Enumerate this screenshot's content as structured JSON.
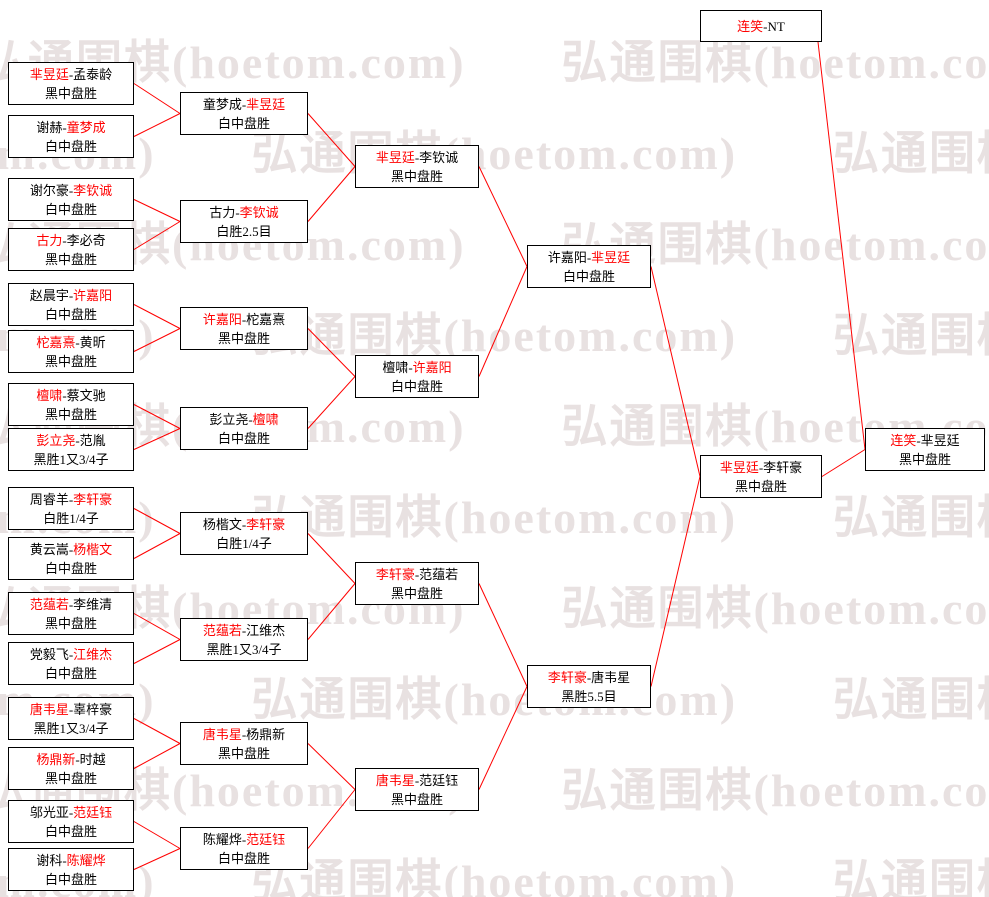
{
  "watermark": {
    "text": "弘通围棋(hoetom.com)"
  },
  "colors": {
    "highlight": "#ff0000",
    "line": "#ff0000",
    "border": "#000000",
    "box_bg": "#ffffff",
    "watermark": "rgba(205,188,188,0.45)"
  },
  "bracket": {
    "rounds": [
      {
        "name": "round-1",
        "matches": [
          {
            "p1": "芈昱廷",
            "p2": "孟泰龄",
            "winner": 1,
            "result": "黑中盘胜"
          },
          {
            "p1": "谢赫",
            "p2": "童梦成",
            "winner": 2,
            "result": "白中盘胜"
          },
          {
            "p1": "谢尔豪",
            "p2": "李钦诚",
            "winner": 2,
            "result": "白中盘胜"
          },
          {
            "p1": "古力",
            "p2": "李必奇",
            "winner": 1,
            "result": "黑中盘胜"
          },
          {
            "p1": "赵晨宇",
            "p2": "许嘉阳",
            "winner": 2,
            "result": "白中盘胜"
          },
          {
            "p1": "柁嘉熹",
            "p2": "黄昕",
            "winner": 1,
            "result": "黑中盘胜"
          },
          {
            "p1": "檀啸",
            "p2": "蔡文驰",
            "winner": 1,
            "result": "黑中盘胜"
          },
          {
            "p1": "彭立尧",
            "p2": "范胤",
            "winner": 1,
            "result": "黑胜1又3/4子"
          },
          {
            "p1": "周睿羊",
            "p2": "李轩豪",
            "winner": 2,
            "result": "白胜1/4子"
          },
          {
            "p1": "黄云嵩",
            "p2": "杨楷文",
            "winner": 2,
            "result": "白中盘胜"
          },
          {
            "p1": "范蕴若",
            "p2": "李维清",
            "winner": 1,
            "result": "黑中盘胜"
          },
          {
            "p1": "党毅飞",
            "p2": "江维杰",
            "winner": 2,
            "result": "白中盘胜"
          },
          {
            "p1": "唐韦星",
            "p2": "辜梓豪",
            "winner": 1,
            "result": "黑胜1又3/4子"
          },
          {
            "p1": "杨鼎新",
            "p2": "时越",
            "winner": 1,
            "result": "黑中盘胜"
          },
          {
            "p1": "邬光亚",
            "p2": "范廷钰",
            "winner": 2,
            "result": "白中盘胜"
          },
          {
            "p1": "谢科",
            "p2": "陈耀烨",
            "winner": 2,
            "result": "白中盘胜"
          }
        ]
      },
      {
        "name": "round-2",
        "matches": [
          {
            "p1": "童梦成",
            "p2": "芈昱廷",
            "winner": 2,
            "result": "白中盘胜"
          },
          {
            "p1": "古力",
            "p2": "李钦诚",
            "winner": 2,
            "result": "白胜2.5目"
          },
          {
            "p1": "许嘉阳",
            "p2": "柁嘉熹",
            "winner": 1,
            "result": "黑中盘胜"
          },
          {
            "p1": "彭立尧",
            "p2": "檀啸",
            "winner": 2,
            "result": "白中盘胜"
          },
          {
            "p1": "杨楷文",
            "p2": "李轩豪",
            "winner": 2,
            "result": "白胜1/4子"
          },
          {
            "p1": "范蕴若",
            "p2": "江维杰",
            "winner": 1,
            "result": "黑胜1又3/4子"
          },
          {
            "p1": "唐韦星",
            "p2": "杨鼎新",
            "winner": 1,
            "result": "黑中盘胜"
          },
          {
            "p1": "陈耀烨",
            "p2": "范廷钰",
            "winner": 2,
            "result": "白中盘胜"
          }
        ]
      },
      {
        "name": "quarterfinals",
        "matches": [
          {
            "p1": "芈昱廷",
            "p2": "李钦诚",
            "winner": 1,
            "result": "黑中盘胜"
          },
          {
            "p1": "檀啸",
            "p2": "许嘉阳",
            "winner": 2,
            "result": "白中盘胜"
          },
          {
            "p1": "李轩豪",
            "p2": "范蕴若",
            "winner": 1,
            "result": "黑中盘胜"
          },
          {
            "p1": "唐韦星",
            "p2": "范廷钰",
            "winner": 1,
            "result": "黑中盘胜"
          }
        ]
      },
      {
        "name": "semifinals",
        "matches": [
          {
            "p1": "许嘉阳",
            "p2": "芈昱廷",
            "winner": 2,
            "result": "白中盘胜"
          },
          {
            "p1": "李轩豪",
            "p2": "唐韦星",
            "winner": 1,
            "result": "黑胜5.5目"
          }
        ]
      },
      {
        "name": "challenger-final",
        "matches": [
          {
            "p1": "芈昱廷",
            "p2": "李轩豪",
            "winner": 1,
            "result": "黑中盘胜"
          }
        ]
      }
    ],
    "seed_box": {
      "p1": "连笑",
      "p2": "NT",
      "winner": 1
    },
    "title_match_box": {
      "p1": "连笑",
      "p2": "芈昱廷",
      "winner": 1,
      "result": "黑中盘胜"
    }
  }
}
